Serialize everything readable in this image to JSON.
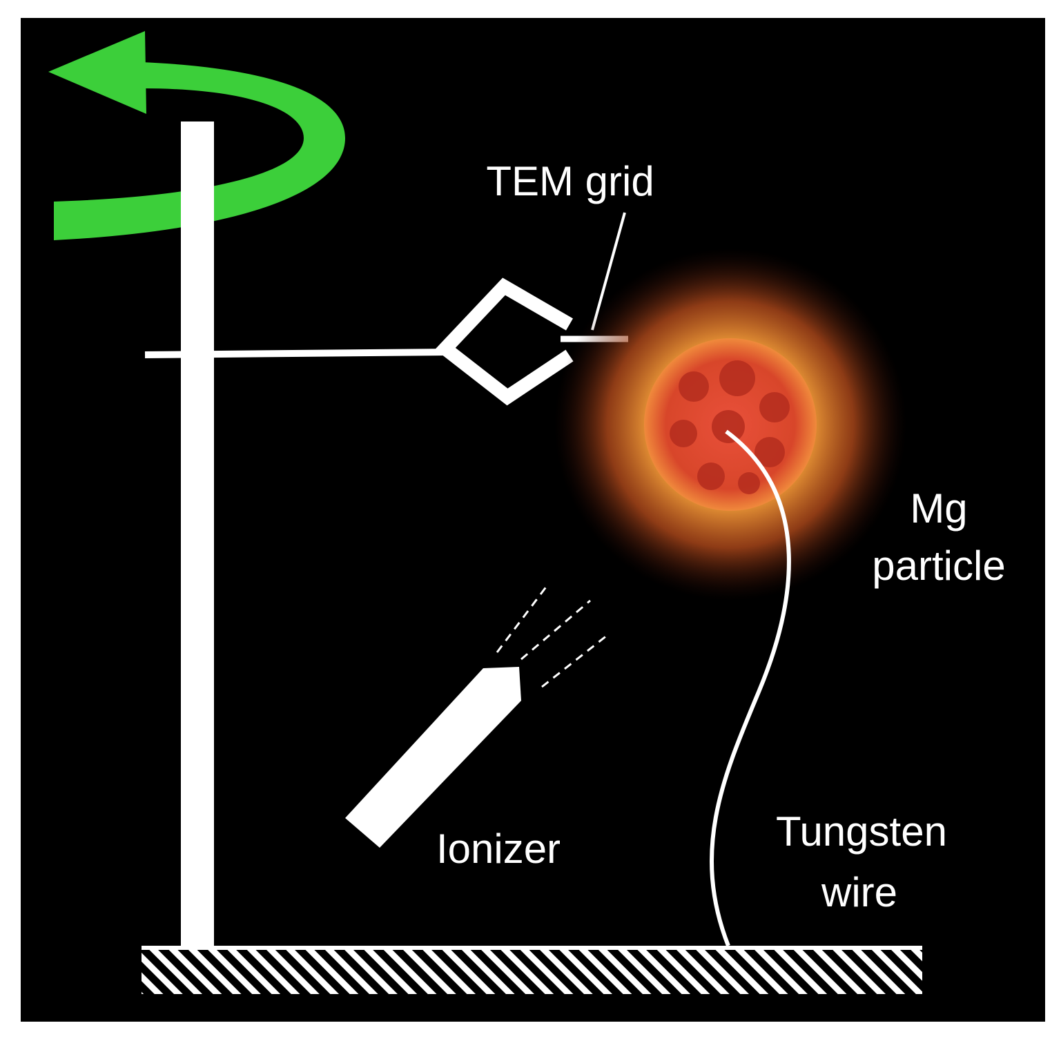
{
  "labels": {
    "tem_grid": "TEM grid",
    "mg_particle_line1": "Mg",
    "mg_particle_line2": "particle",
    "ionizer": "Ionizer",
    "tungsten_wire_line1": "Tungsten",
    "tungsten_wire_line2": "wire"
  },
  "colors": {
    "background": "#000000",
    "frame": "#ffffff",
    "structure": "#ffffff",
    "rotation_arrow": "#3ccf3a",
    "particle_core": "#d8462a",
    "particle_glow": "#f7a23a"
  },
  "icons": {
    "rotation": "rotation-arrow-icon",
    "particle": "burning-particle-icon",
    "ground": "hatched-ground-icon"
  }
}
